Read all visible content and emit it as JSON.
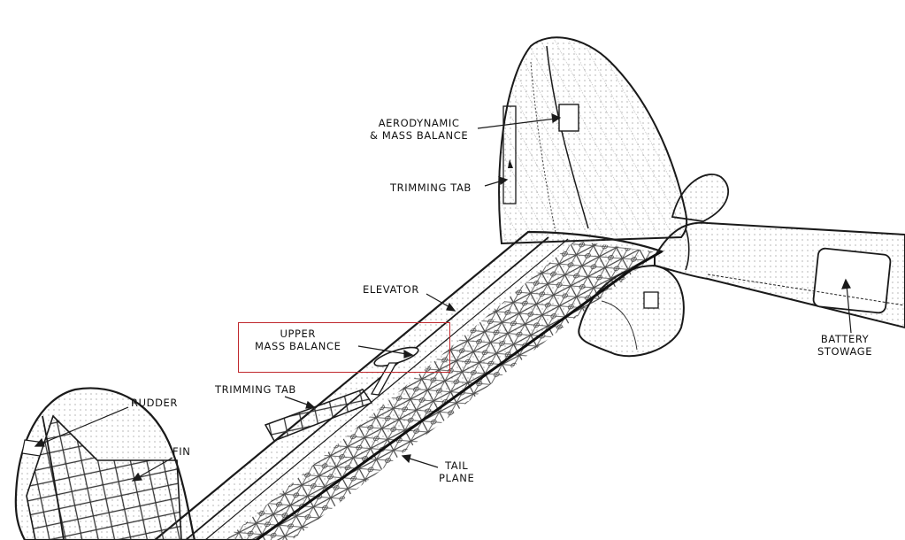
{
  "labels": {
    "aerodynamic_line1": "AERODYNAMIC",
    "aerodynamic_line2": "& MASS BALANCE",
    "trimming_tab_top": "TRIMMING TAB",
    "elevator": "ELEVATOR",
    "upper_line1": "UPPER",
    "upper_line2": "MASS BALANCE",
    "trimming_tab_lower": "TRIMMING TAB",
    "rudder": "RUDDER",
    "fin": "FIN",
    "tail_line1": "TAIL",
    "tail_line2": "PLANE",
    "battery_line1": "BATTERY",
    "battery_line2": "STOWAGE"
  },
  "colors": {
    "ink": "#1a1a1a",
    "highlight": "#c0282d",
    "paper": "#ffffff"
  }
}
